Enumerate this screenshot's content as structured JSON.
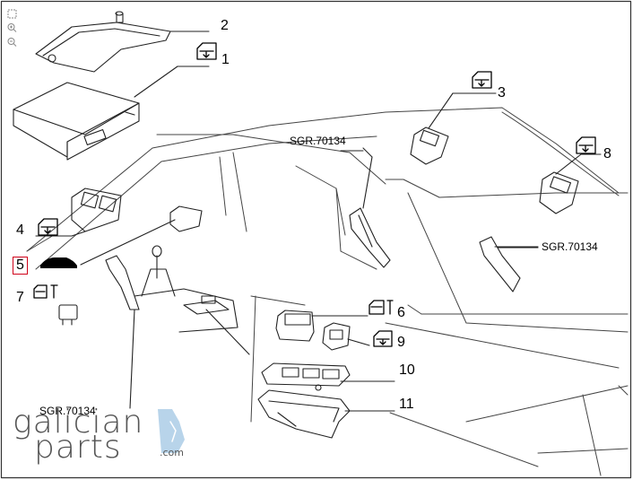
{
  "viewer": {
    "controls": [
      {
        "name": "fullscreen-icon"
      },
      {
        "name": "zoom-in-icon"
      },
      {
        "name": "zoom-out-icon"
      }
    ]
  },
  "callouts": {
    "c1": "1",
    "c2": "2",
    "c3": "3",
    "c4": "4",
    "c5": "5",
    "c6": "6",
    "c7": "7",
    "c8": "8",
    "c9": "9",
    "c10": "10",
    "c11": "11"
  },
  "references": {
    "r1": "SGR.70134",
    "r2": "SGR.70134",
    "r3": "SGR.70134"
  },
  "highlight_color": "#d0021b",
  "logo": {
    "line1": "galician",
    "line2": "parts",
    "suffix": ".com"
  }
}
